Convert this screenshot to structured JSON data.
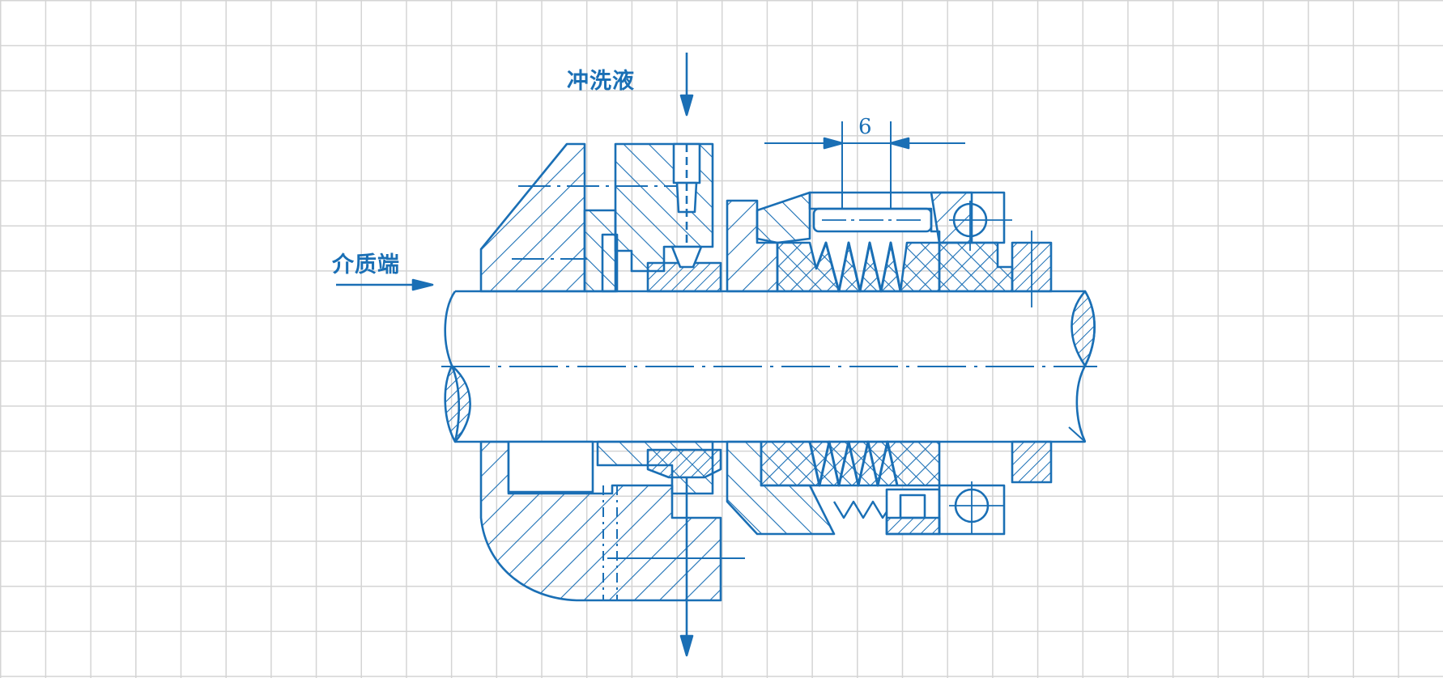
{
  "diagram": {
    "type": "mechanical-seal-cross-section",
    "background": "grid-paper",
    "line_color": "#1a6fb5",
    "grid_color": "#d4d4d4",
    "labels": {
      "flush_liquid": "冲洗液",
      "medium_end": "介质端",
      "dimension": "6"
    },
    "arrows": [
      {
        "name": "flush-inlet-arrow",
        "direction": "down"
      },
      {
        "name": "medium-direction-arrow",
        "direction": "right"
      },
      {
        "name": "drain-outlet-arrow",
        "direction": "down"
      }
    ],
    "components": [
      "shaft",
      "gland-housing",
      "flush-port",
      "stationary-ring",
      "rotating-ring",
      "bellows-spring",
      "drive-pin",
      "set-screw",
      "retainer"
    ]
  }
}
